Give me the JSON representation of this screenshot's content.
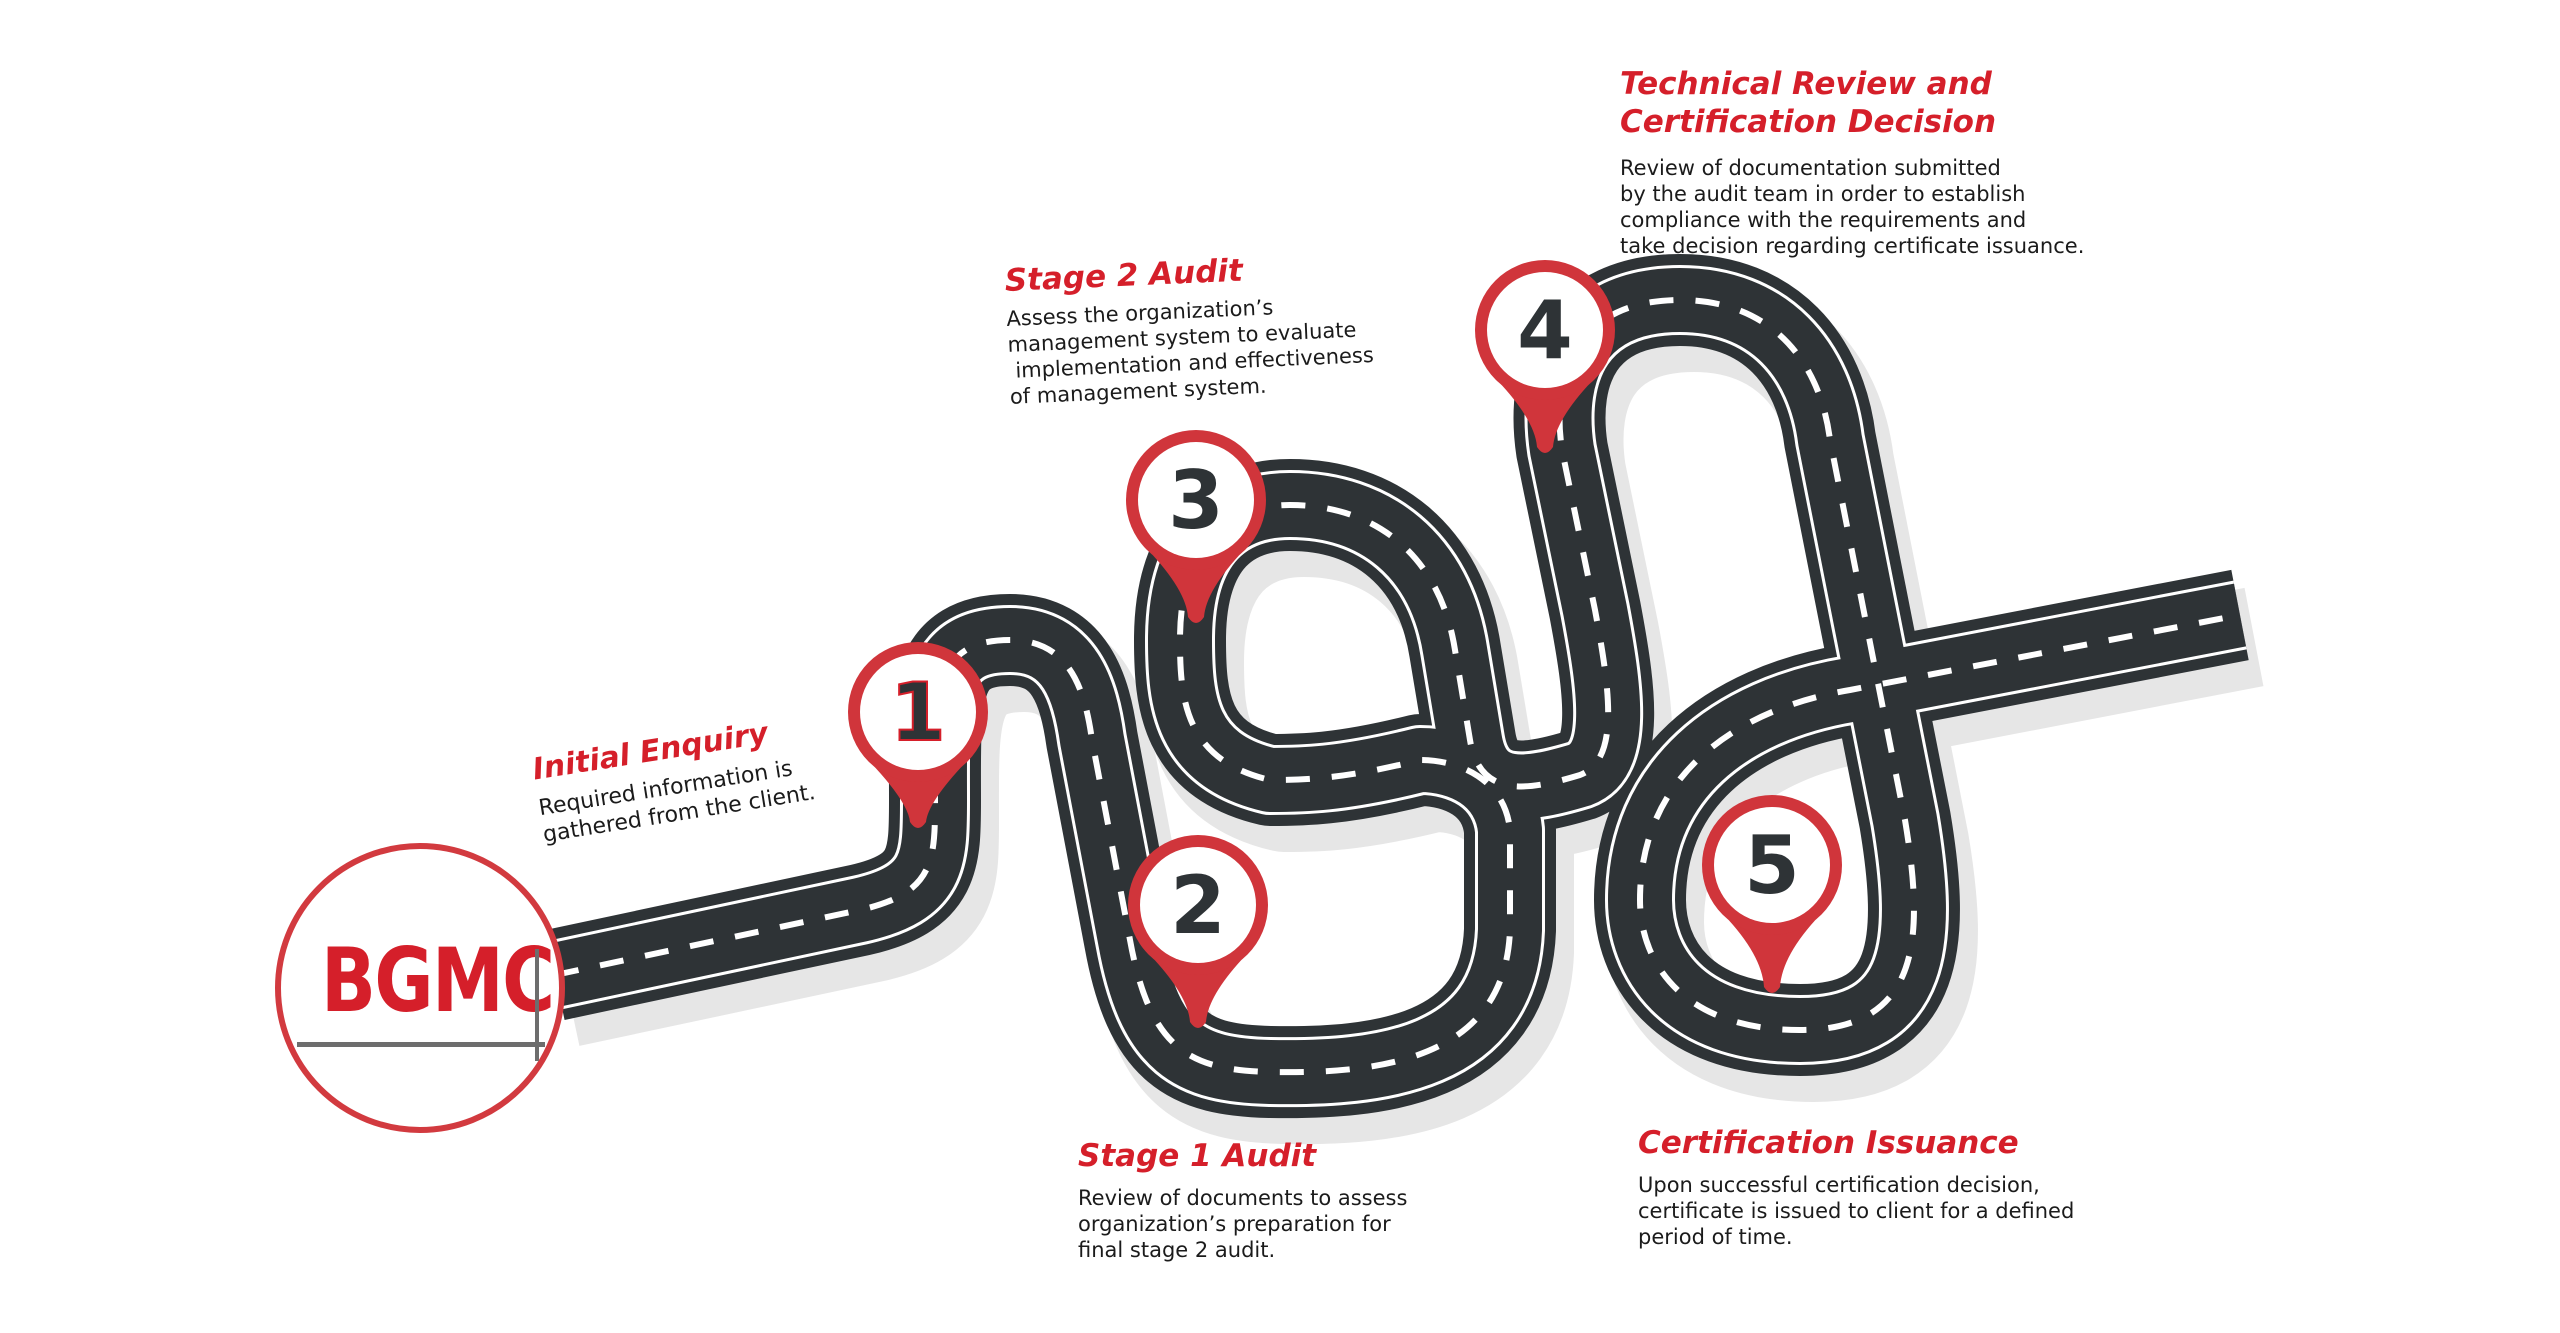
{
  "logo": {
    "text": "BGMC"
  },
  "colors": {
    "accent": "#d51f2a",
    "pin": "#d0353b",
    "road": "#2e3336",
    "shadow": "#e6e6e6",
    "text": "#1b1b1b"
  },
  "steps": [
    {
      "number": "1",
      "title": "Initial Enquiry",
      "description": "Required information is\ngathered from the client."
    },
    {
      "number": "2",
      "title": "Stage 1 Audit",
      "description": "Review of documents to assess\norganization’s preparation for\nfinal stage 2 audit."
    },
    {
      "number": "3",
      "title": "Stage 2 Audit",
      "description": "Assess the organization’s\nmanagement system to evaluate\n implementation and effectiveness\nof management system."
    },
    {
      "number": "4",
      "title": "Technical Review and\nCertification Decision",
      "description": "Review of documentation submitted\nby the audit team in order to establish\ncompliance with the requirements and\ntake decision regarding certificate issuance."
    },
    {
      "number": "5",
      "title": "Certification Issuance",
      "description": "Upon successful certification decision,\ncertificate is issued to client for a defined\nperiod of time."
    }
  ]
}
